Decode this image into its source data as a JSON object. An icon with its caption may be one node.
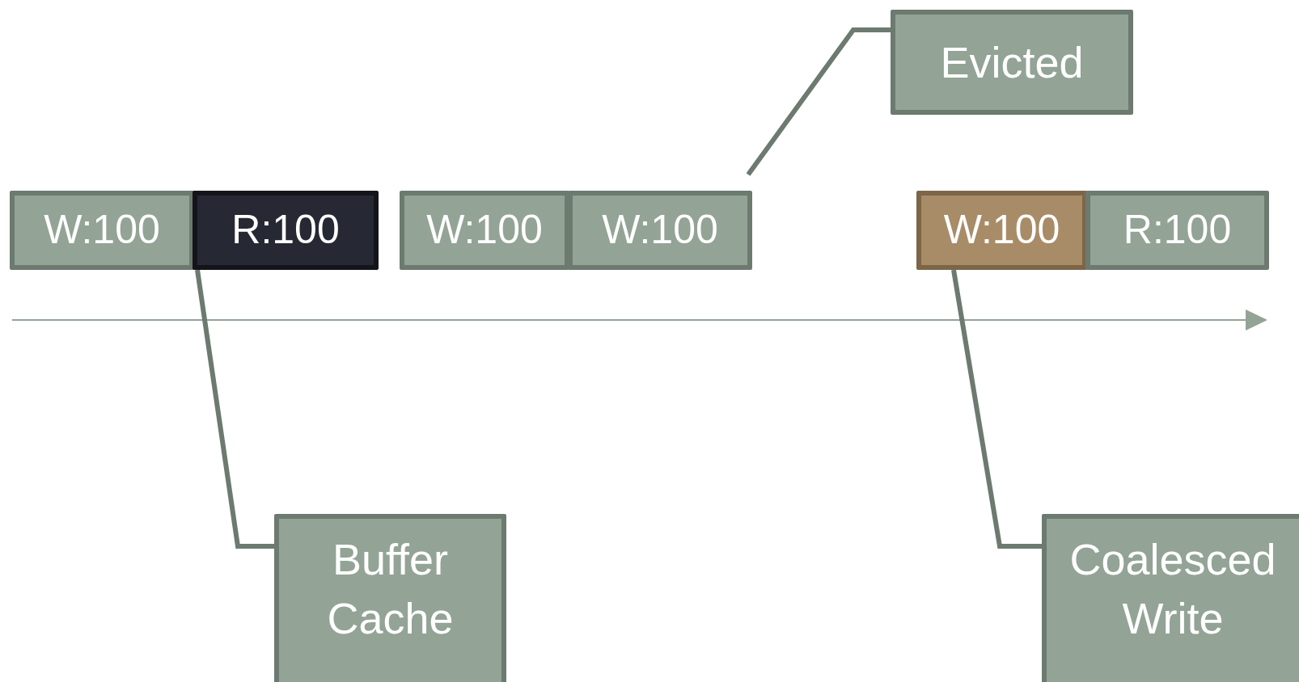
{
  "diagram": {
    "nodes": [
      {
        "text": [
          "W:100"
        ]
      },
      {
        "text": [
          "R:100"
        ]
      },
      {
        "text": [
          "W:100"
        ]
      },
      {
        "text": [
          "W:100"
        ]
      },
      {
        "text": [
          "W:100"
        ]
      },
      {
        "text": [
          "R:100"
        ]
      },
      {
        "text": [
          "Evicted"
        ]
      },
      {
        "text": [
          "Buffer Cache"
        ]
      },
      {
        "text": [
          "Coalesced Write"
        ]
      }
    ],
    "edges": [
      {
        "from": 6,
        "to": 3,
        "arrow": "none"
      },
      {
        "from": 7,
        "to": 1,
        "arrow": "none"
      },
      {
        "from": 8,
        "to": 4,
        "arrow": "none"
      }
    ]
  }
}
